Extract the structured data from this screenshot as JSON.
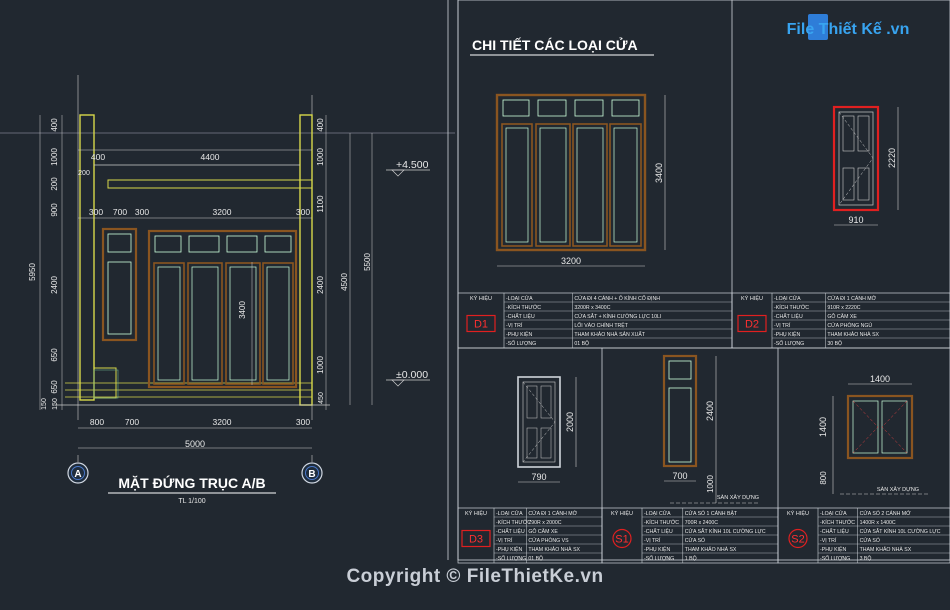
{
  "logo": {
    "text": "File Thiết Kế .vn"
  },
  "copyright": "Copyright © FileThietKe.vn",
  "left": {
    "title": "MẶT ĐỨNG TRỤC A/B",
    "scale": "TL 1/100",
    "axis_a": "A",
    "axis_b": "B",
    "top_dims": [
      "400",
      "4400",
      "200"
    ],
    "mid_dims": [
      "300",
      "700",
      "300",
      "3200",
      "300"
    ],
    "bottom_dims": [
      "800",
      "700",
      "3200",
      "300"
    ],
    "total": "5000",
    "left_dims": [
      "400",
      "1000",
      "200",
      "900",
      "5950",
      "2400",
      "650",
      "650",
      "150"
    ],
    "right_dims1": [
      "400",
      "1000",
      "1100",
      "2400",
      "1000",
      "450"
    ],
    "right_dims2": [
      "5500",
      "4500"
    ],
    "door_height": "3400",
    "level_top": "+4.500",
    "level_bottom": "±0.000"
  },
  "right": {
    "title": "CHI TIẾT CÁC LOẠI CỬA",
    "d1": {
      "width": "3200",
      "height": "3400"
    },
    "d2": {
      "width": "910",
      "height": "2220"
    },
    "d3": {
      "width": "790",
      "height": "2000"
    },
    "s1": {
      "width": "700",
      "height": "2400",
      "sill": "1000",
      "floor": "SÀN XÂY DỰNG"
    },
    "s2": {
      "width": "1400",
      "height": "1400",
      "sill": "800",
      "floor": "SÀN XÂY DỰNG"
    }
  },
  "specs": {
    "d1": {
      "code": "D1",
      "header": "KÝ HIỆU",
      "rows": [
        [
          "-LOẠI CỬA",
          "CỬA ĐI 4 CÁNH + Ô KÍNH CỐ ĐỊNH"
        ],
        [
          "-KÍCH THƯỚC",
          "3200R x 3400C"
        ],
        [
          "-CHẤT LIỆU",
          "CỬA SẮT + KÍNH CƯỜNG LỰC 10LI"
        ],
        [
          "-VỊ TRÍ",
          "LỐI VÀO CHÍNH TRỆT"
        ],
        [
          "-PHỤ KIỆN",
          "THAM KHẢO NHÀ SẢN XUẤT"
        ],
        [
          "-SỐ LƯỢNG",
          "01 BỘ"
        ]
      ]
    },
    "d2": {
      "code": "D2",
      "header": "KÝ HIỆU",
      "rows": [
        [
          "-LOẠI CỬA",
          "CỬA ĐI 1 CÁNH MỞ"
        ],
        [
          "-KÍCH THƯỚC",
          "910R x 2220C"
        ],
        [
          "-CHẤT LIỆU",
          "GỖ CĂM XE"
        ],
        [
          "-VỊ TRÍ",
          "CỬA PHÒNG NGỦ"
        ],
        [
          "-PHỤ KIỆN",
          "THAM KHẢO NHÀ SX"
        ],
        [
          "-SỐ LƯỢNG",
          "30 BỘ"
        ]
      ]
    },
    "d3": {
      "code": "D3",
      "header": "KÝ HIỆU",
      "rows": [
        [
          "-LOẠI CỬA",
          "CỬA ĐI 1 CÁNH MỞ"
        ],
        [
          "-KÍCH THƯỚC",
          "790R x 2000C"
        ],
        [
          "-CHẤT LIỆU",
          "GỖ CĂM XE"
        ],
        [
          "-VỊ TRÍ",
          "CỬA PHÒNG VS"
        ],
        [
          "-PHỤ KIỆN",
          "THAM KHẢO NHÀ SX"
        ],
        [
          "-SỐ LƯỢNG",
          "01 BỘ"
        ]
      ]
    },
    "s1": {
      "code": "S1",
      "header": "KÝ HIỆU",
      "rows": [
        [
          "-LOẠI CỬA",
          "CỬA SỔ 1 CÁNH BẬT"
        ],
        [
          "-KÍCH THƯỚC",
          "700R x 2400C"
        ],
        [
          "-CHẤT LIỆU",
          "CỬA SẮT KÍNH 10L CƯỜNG LỰC"
        ],
        [
          "-VỊ TRÍ",
          "CỬA SỔ"
        ],
        [
          "-PHỤ KIỆN",
          "THAM KHẢO NHÀ SX"
        ],
        [
          "-SỐ LƯỢNG",
          "1 BỘ"
        ]
      ]
    },
    "s2": {
      "code": "S2",
      "header": "KÝ HIỆU",
      "rows": [
        [
          "-LOẠI CỬA",
          "CỬA SỔ 2 CÁNH MỞ"
        ],
        [
          "-KÍCH THƯỚC",
          "1400R x 1400C"
        ],
        [
          "-CHẤT LIỆU",
          "CỬA SẮT KÍNH 10L CƯỜNG LỰC"
        ],
        [
          "-VỊ TRÍ",
          "CỬA SỔ"
        ],
        [
          "-PHỤ KIỆN",
          "THAM KHẢO NHÀ SX"
        ],
        [
          "-SỐ LƯỢNG",
          "3 BỘ"
        ]
      ]
    }
  },
  "colors": {
    "background": "#212830",
    "yellow": "#d8d84a",
    "frame": "#8a5520",
    "red": "#e02020",
    "line": "#d0d4da"
  }
}
